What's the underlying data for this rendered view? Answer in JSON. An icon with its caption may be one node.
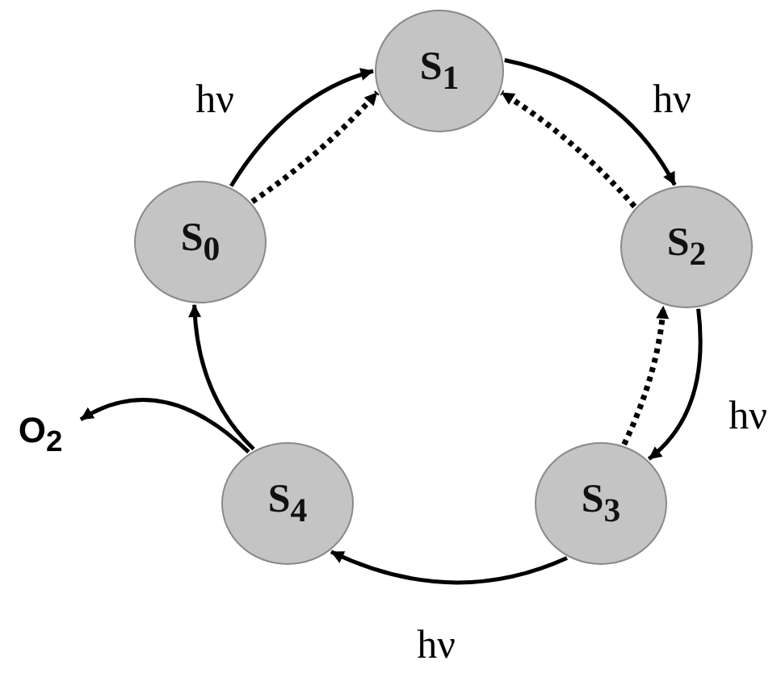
{
  "diagram": {
    "nodes": [
      {
        "text": [
          "S$_{0}$"
        ]
      },
      {
        "text": [
          "S$_{1}$"
        ]
      },
      {
        "text": [
          "S$_{2}$"
        ]
      },
      {
        "text": [
          "S$_{3}$"
        ]
      },
      {
        "text": [
          "S$_{4}$"
        ]
      },
      {
        "text": [
          "O$_{2}$"
        ]
      }
    ],
    "edges": [
      {
        "from": 0,
        "to": 1,
        "arrow": "to",
        "label": "hν"
      },
      {
        "from": 0,
        "to": 1,
        "arrow": "to",
        "style": "dashed"
      },
      {
        "from": 1,
        "to": 2,
        "arrow": "to",
        "label": "hν"
      },
      {
        "from": 2,
        "to": 1,
        "arrow": "to",
        "style": "dashed"
      },
      {
        "from": 2,
        "to": 3,
        "arrow": "to",
        "label": "hν"
      },
      {
        "from": 3,
        "to": 2,
        "arrow": "to",
        "style": "dashed"
      },
      {
        "from": 3,
        "to": 4,
        "arrow": "to",
        "label": "hν"
      },
      {
        "from": 4,
        "to": 0,
        "arrow": "to"
      },
      {
        "from": 4,
        "to": 5,
        "arrow": "to"
      }
    ]
  }
}
